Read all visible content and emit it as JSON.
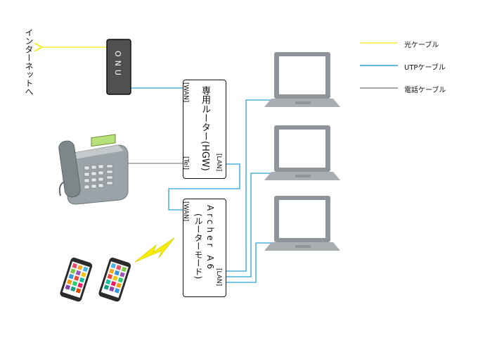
{
  "colors": {
    "fiber": "#f5ee3a",
    "utp": "#2aa0d6",
    "phone": "#8a8a8a",
    "onu_fill": "#505050",
    "wifi_bolt": "#f5ee00"
  },
  "internet_label": "インターネットへ",
  "onu_label": "ONU",
  "hgw": {
    "title": "専用ルーター(HGW)",
    "wan_port": "[WAN]",
    "tel_port": "[Tel]",
    "lan_port": "[LAN]"
  },
  "archer": {
    "title_line1": "Archer A6",
    "title_line2": "(ルーターモード)",
    "wan_port": "[WAN]",
    "lan_port": "[LAN]"
  },
  "legend": {
    "fiber": "光ケーブル",
    "utp": "UTPケーブル",
    "phone": "電話ケーブル"
  },
  "icons": [
    "desk-phone-icon",
    "smartphone-icon",
    "laptop-icon",
    "wireless-bolt-icon"
  ]
}
